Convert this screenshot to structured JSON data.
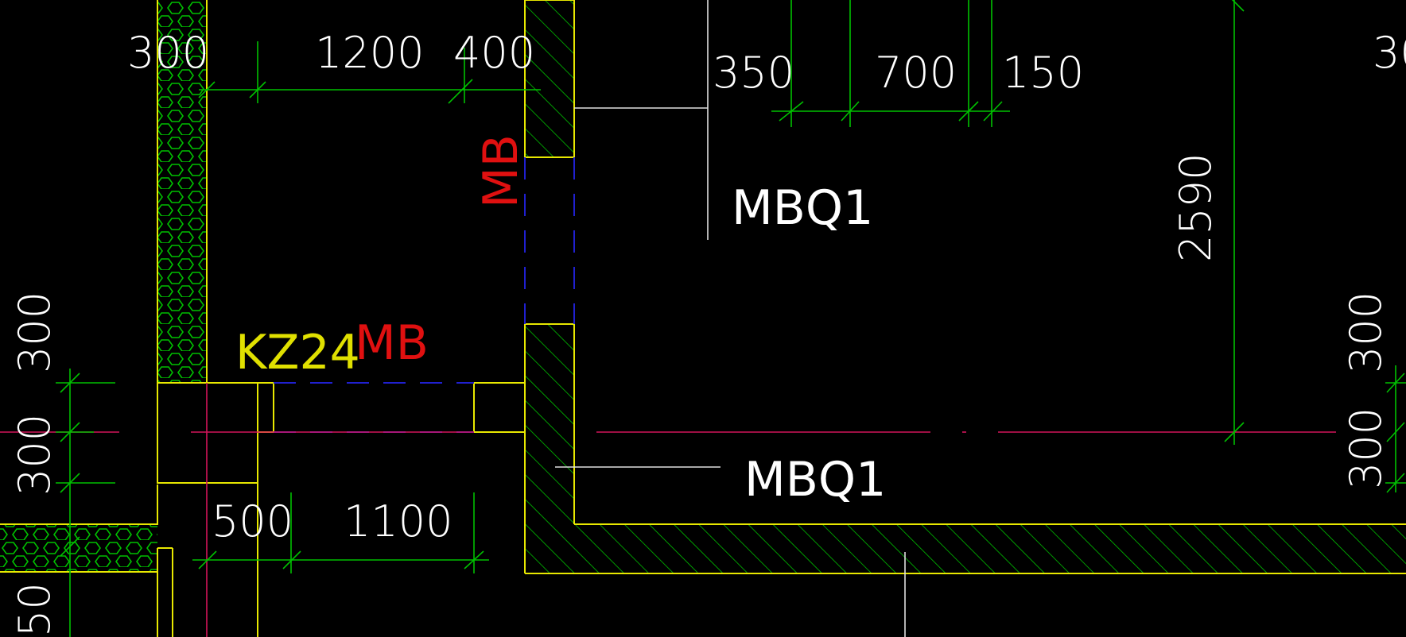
{
  "drawing": {
    "background_color": "#000000",
    "colors": {
      "wall_outline": "#e8e800",
      "hatch": "#00c000",
      "dimension": "#00c000",
      "text": "#ffffff",
      "axis": "#d4145a",
      "hidden": "#2020d0",
      "label_mb": "#e01010",
      "label_kz": "#e0e000"
    },
    "dimensions_top": [
      "300",
      "1200",
      "400",
      "350",
      "700",
      "150",
      "30"
    ],
    "dimension_vertical": "2590",
    "dimensions_left": [
      "300",
      "300",
      "50"
    ],
    "dimensions_bottom": [
      "500",
      "1100"
    ],
    "dimensions_right": [
      "300",
      "300"
    ],
    "labels": {
      "mb_vertical": "MB",
      "mb_horizontal": "MB",
      "kz24": "KZ24",
      "mbq1_upper": "MBQ1",
      "mbq1_lower": "MBQ1"
    }
  }
}
